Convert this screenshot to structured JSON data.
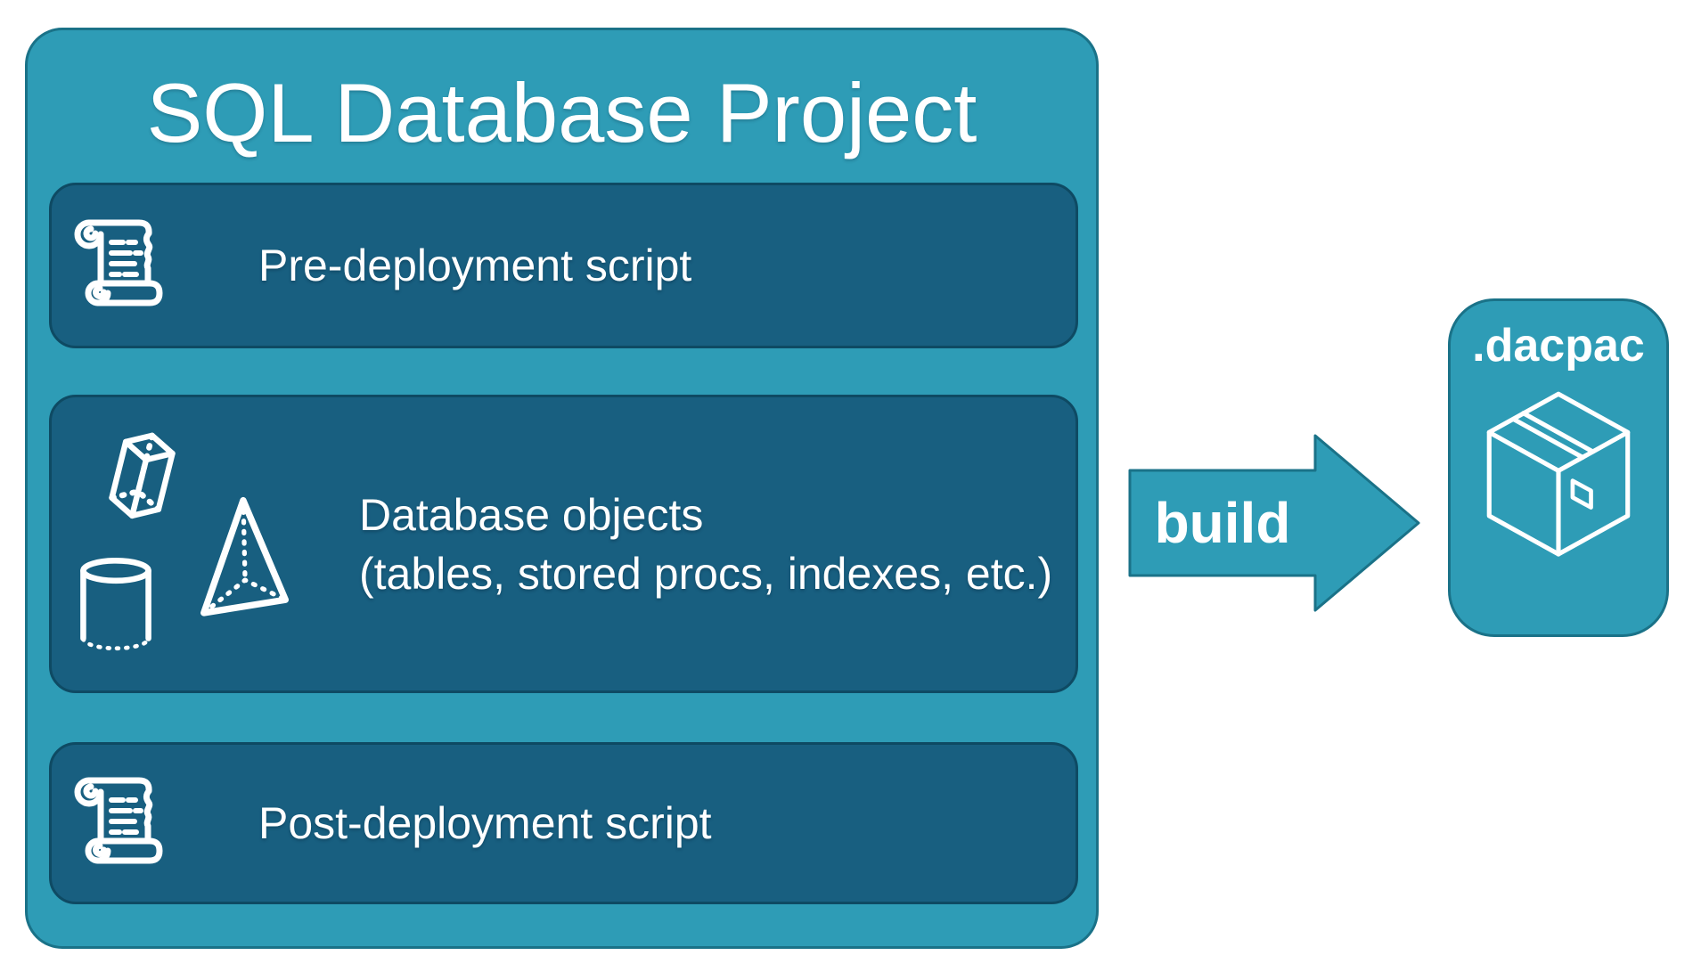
{
  "colors": {
    "teal_fill": "#2E9CB6",
    "teal_border": "#1A7288",
    "dark_panel_fill": "#185F80",
    "dark_panel_border": "#0E4A63",
    "text": "#FFFFFF",
    "background": "#FFFFFF"
  },
  "project_box": {
    "title": "SQL Database Project",
    "rows": [
      {
        "id": "pre-deployment",
        "icon": "scroll-icon",
        "label": "Pre-deployment script"
      },
      {
        "id": "database-objects",
        "icons": [
          "cuboid-icon",
          "pyramid-icon",
          "cylinder-icon"
        ],
        "label_line1": "Database objects",
        "label_line2": "(tables, stored procs, indexes, etc.)"
      },
      {
        "id": "post-deployment",
        "icon": "scroll-icon",
        "label": "Post-deployment script"
      }
    ]
  },
  "build_arrow": {
    "label": "build",
    "direction": "right"
  },
  "dacpac_box": {
    "label": ".dacpac",
    "icon": "package-icon"
  }
}
